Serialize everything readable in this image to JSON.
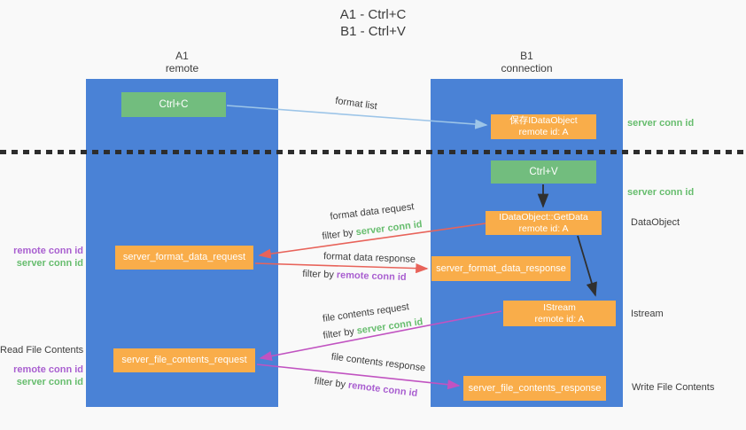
{
  "title": {
    "line1": "A1 - Ctrl+C",
    "line2": "B1 - Ctrl+V"
  },
  "columns": {
    "left": {
      "name": "A1",
      "role": "remote"
    },
    "right": {
      "name": "B1",
      "role": "connection"
    }
  },
  "boxes": {
    "ctrl_c": "Ctrl+C",
    "save_idataobject_line1": "保存IDataObject",
    "save_idataobject_line2": "remote id: A",
    "ctrl_v": "Ctrl+V",
    "getdata_line1": "IDataObject::GetData",
    "getdata_line2": "remote id: A",
    "format_request": "server_format_data_request",
    "format_response": "server_format_data_response",
    "istream_line1": "IStream",
    "istream_line2": "remote id: A",
    "file_request": "server_file_contents_request",
    "file_response": "server_file_contents_response"
  },
  "labels": {
    "format_list": "format list",
    "format_data_request": "format data request",
    "format_data_response": "format data response",
    "file_contents_request": "file contents request",
    "file_contents_response": "file contents response",
    "filter_by": "filter by",
    "server_conn_id": "server conn id",
    "remote_conn_id": "remote conn id",
    "dataobject": "DataObject",
    "istream": "Istream",
    "read_file_contents": "Read File Contents",
    "write_file_contents": "Write File Contents"
  },
  "colors": {
    "column_blue": "#4a82d6",
    "box_green": "#72bd7e",
    "box_orange": "#f9ad4a",
    "conn_id_green": "#67bd6e",
    "conn_id_purple": "#a95fd0",
    "arrow_blue": "#9dc5e8",
    "arrow_red": "#e8635a",
    "arrow_magenta": "#c153c1",
    "arrow_black": "#303030"
  }
}
